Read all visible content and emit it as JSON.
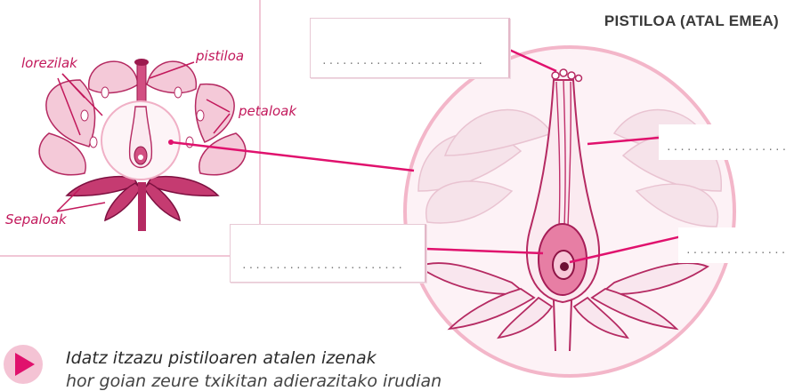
{
  "title": "PISTILOA (ATAL EMEA)",
  "labels": {
    "lorezilak": "lorezilak",
    "pistiloa": "pistiloa",
    "petaloak": "petaloak",
    "sepaloak": "Sepaloak"
  },
  "blanks": {
    "top": "........................",
    "left": "........................",
    "right_upper": "..................",
    "right_lower": "..................."
  },
  "instruction": {
    "line1": "Idatz itzazu pistiloaren atalen izenak",
    "line2": "hor goian zeure txikitan adierazitako irudian"
  },
  "colors": {
    "accent": "#e0116d",
    "label_pink": "#c2185b",
    "petal_fill": "#f8dbe5",
    "petal_stroke": "#b52a62",
    "circle_ring": "#f3b6c9"
  }
}
